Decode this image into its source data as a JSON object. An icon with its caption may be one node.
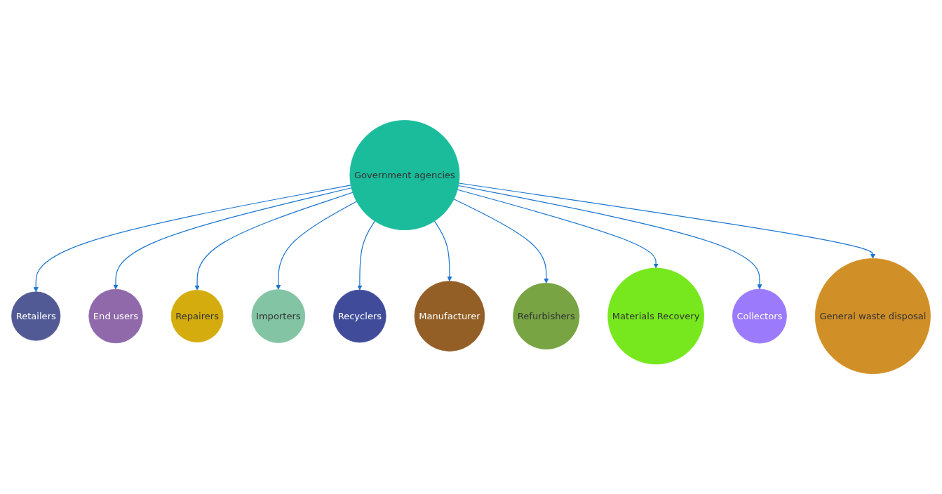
{
  "diagram": {
    "nodes": [
      {
        "text": [
          "Government agencies"
        ]
      },
      {
        "text": [
          "Retailers"
        ]
      },
      {
        "text": [
          "End users"
        ]
      },
      {
        "text": [
          "Repairers"
        ]
      },
      {
        "text": [
          "Importers"
        ]
      },
      {
        "text": [
          "Recyclers"
        ]
      },
      {
        "text": [
          "Manufacturer"
        ]
      },
      {
        "text": [
          "Refurbishers"
        ]
      },
      {
        "text": [
          "Materials Recovery"
        ]
      },
      {
        "text": [
          "Collectors"
        ]
      },
      {
        "text": [
          "General waste disposal"
        ]
      }
    ],
    "edges": [
      {
        "from": 0,
        "to": 1,
        "arrow": "to"
      },
      {
        "from": 0,
        "to": 2,
        "arrow": "to"
      },
      {
        "from": 0,
        "to": 3,
        "arrow": "to"
      },
      {
        "from": 0,
        "to": 4,
        "arrow": "to"
      },
      {
        "from": 0,
        "to": 5,
        "arrow": "to"
      },
      {
        "from": 0,
        "to": 6,
        "arrow": "to"
      },
      {
        "from": 0,
        "to": 7,
        "arrow": "to"
      },
      {
        "from": 0,
        "to": 8,
        "arrow": "to"
      },
      {
        "from": 0,
        "to": 9,
        "arrow": "to"
      },
      {
        "from": 0,
        "to": 10,
        "arrow": "to"
      }
    ]
  }
}
